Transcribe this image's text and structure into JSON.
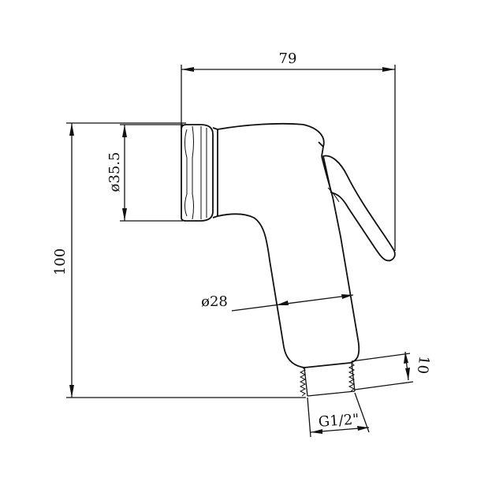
{
  "dimensions": {
    "width_total": "79",
    "height_total": "100",
    "head_diameter": "ø35.5",
    "handle_diameter": "ø28",
    "thread_length": "10",
    "thread_size": "G1/2\""
  }
}
